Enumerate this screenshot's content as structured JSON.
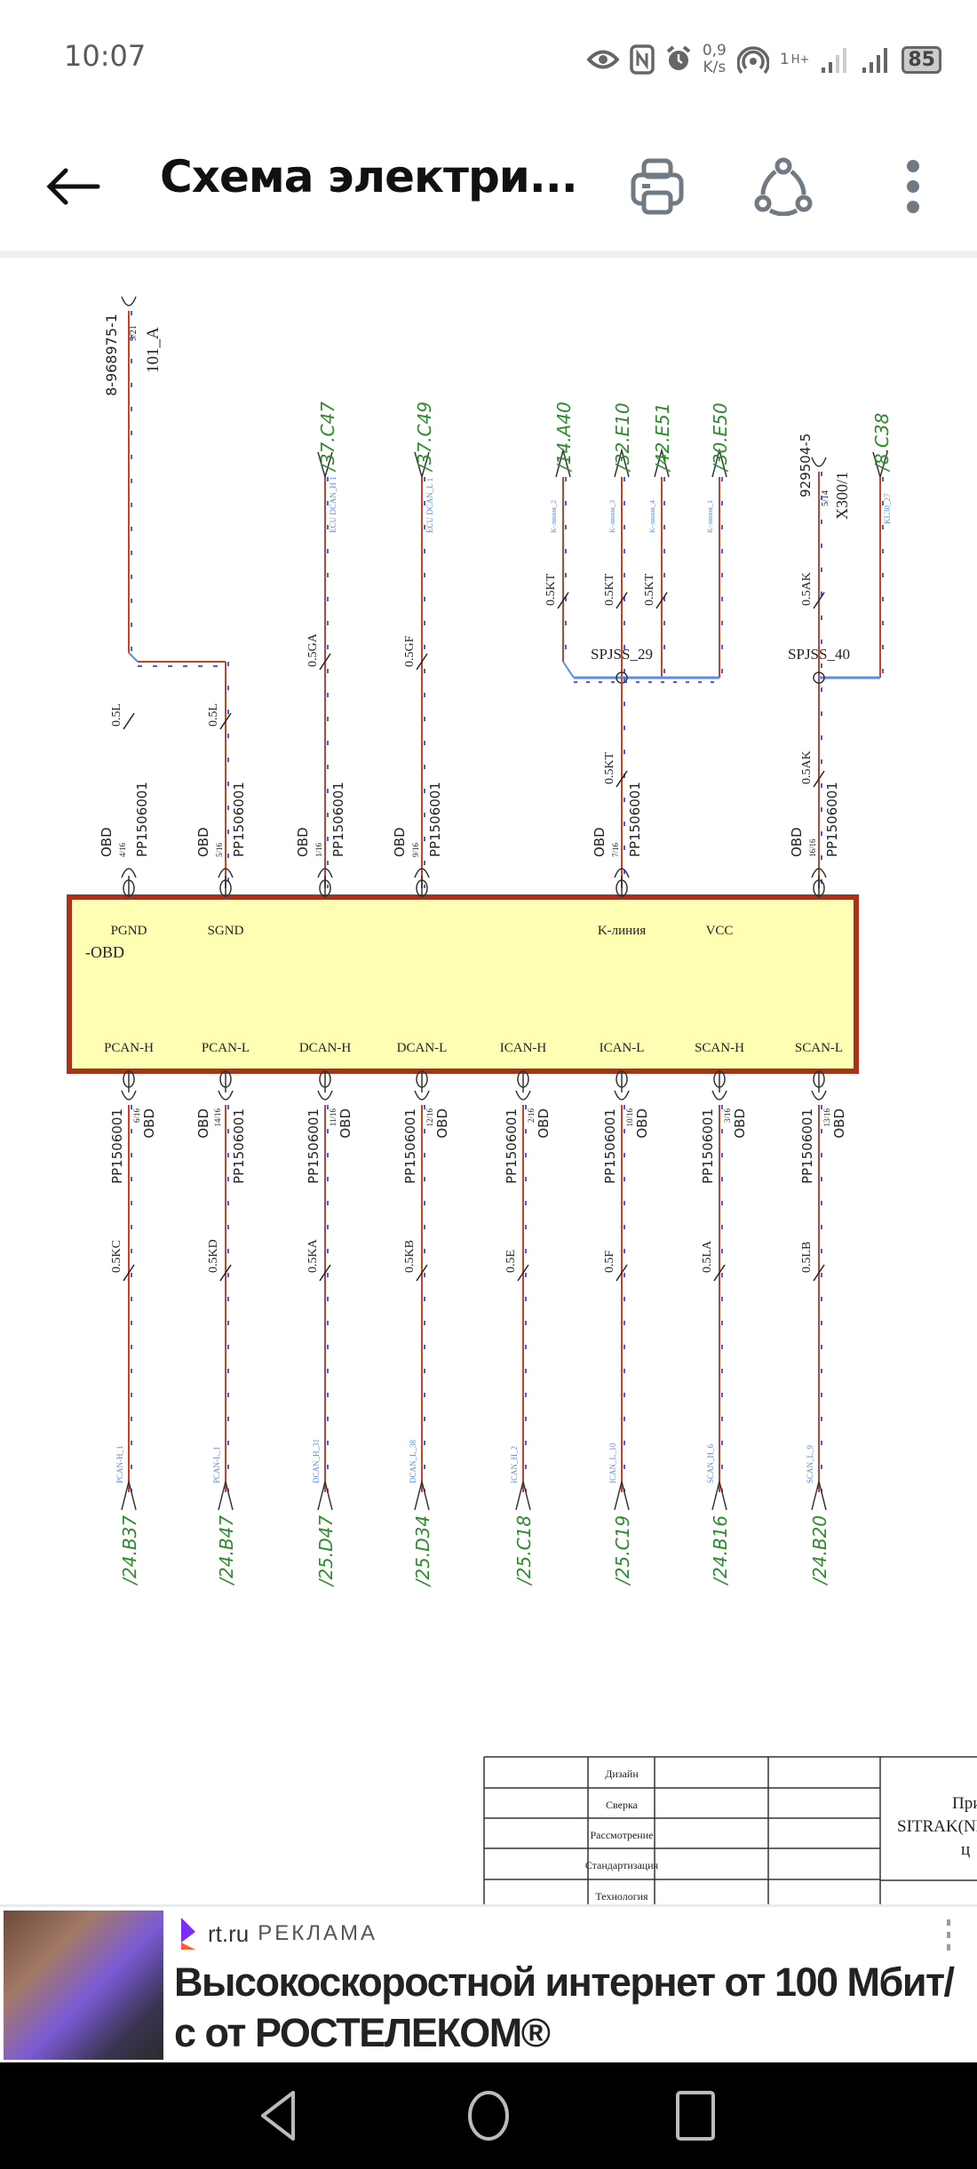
{
  "status_bar": {
    "time": "10:07",
    "net_speed_value": "0,9",
    "net_speed_unit": "K/s",
    "sim1": "1",
    "network_type": "H+",
    "battery": "85"
  },
  "header": {
    "title": "Схема электри..."
  },
  "diagram": {
    "top_left": {
      "connector_part": "8-968975-1",
      "connector_pin": "9/21",
      "connector_name": "101_A"
    },
    "top_vcc": {
      "connector_part": "929504-5",
      "connector_pin": "5/14",
      "connector_name": "X300/1"
    },
    "top_wires": [
      {
        "gauge": "0.5L",
        "obd": "OBD",
        "obd_pin": "4/16",
        "part": "PP1506001"
      },
      {
        "gauge": "0.5L",
        "obd": "OBD",
        "obd_pin": "5/16",
        "part": "PP1506001"
      },
      {
        "gauge": "0.5GA",
        "obd": "OBD",
        "obd_pin": "1/16",
        "part": "PP1506001",
        "dest": "/37.C47",
        "signal": "ECU DCAN_H 1"
      },
      {
        "gauge": "0.5GF",
        "obd": "OBD",
        "obd_pin": "9/16",
        "part": "PP1506001",
        "dest": "/37.C49",
        "signal": "ECU DCAN_L 1"
      },
      {
        "gauge": "0.5KT",
        "obd": "OBD",
        "obd_pin": "7/16",
        "part": "PP1506001",
        "splice": "SPJSS_29"
      },
      {
        "gauge": "0.5AK",
        "obd": "OBD",
        "obd_pin": "16/16",
        "part": "PP1506001",
        "splice": "SPJSS_40"
      }
    ],
    "k_branches": [
      {
        "dest": "/14.A40",
        "signal": "K-линия_2",
        "gauge": "0.5KT"
      },
      {
        "dest": "/32.E10",
        "signal": "K-линия_3",
        "gauge": "0.5KT"
      },
      {
        "dest": "/42.E51",
        "signal": "K-линия_4",
        "gauge": "0.5KT"
      },
      {
        "dest": "/30.E50",
        "signal": "K-линия_1"
      }
    ],
    "vcc_branches": [
      {
        "gauge": "0.5AK"
      },
      {
        "dest": "/8.C38",
        "signal": "KL30_27"
      }
    ],
    "component": {
      "name": "-OBD",
      "top_pins": [
        "PGND",
        "SGND",
        "K-линия",
        "VCC"
      ],
      "bottom_pins": [
        "PCAN-H",
        "PCAN-L",
        "DCAN-H",
        "DCAN-L",
        "ICAN-H",
        "ICAN-L",
        "SCAN-H",
        "SCAN-L"
      ]
    },
    "bottom_wires": [
      {
        "part": "PP1506001",
        "obd_pin": "6/16",
        "obd": "OBD",
        "gauge": "0.5KC",
        "signal": "PCAN-H_1",
        "dest": "/24.B37"
      },
      {
        "part": "PP1506001",
        "obd_pin": "14/16",
        "obd": "OBD",
        "gauge": "0.5KD",
        "signal": "PCAN-L_1",
        "dest": "/24.B47"
      },
      {
        "part": "PP1506001",
        "obd_pin": "11/16",
        "obd": "OBD",
        "gauge": "0.5KA",
        "signal": "DCAN_H_31",
        "dest": "/25.D47"
      },
      {
        "part": "PP1506001",
        "obd_pin": "12/16",
        "obd": "OBD",
        "gauge": "0.5KB",
        "signal": "DCAN_L_38",
        "dest": "/25.D34"
      },
      {
        "part": "PP1506001",
        "obd_pin": "2/16",
        "obd": "OBD",
        "gauge": "0.5E",
        "signal": "ICAN_H_2",
        "dest": "/25.C18"
      },
      {
        "part": "PP1506001",
        "obd_pin": "10/16",
        "obd": "OBD",
        "gauge": "0.5F",
        "signal": "ICAN_L_10",
        "dest": "/25.C19"
      },
      {
        "part": "PP1506001",
        "obd_pin": "3/16",
        "obd": "OBD",
        "gauge": "0.5LA",
        "signal": "SCAN_H_6",
        "dest": "/24.B16"
      },
      {
        "part": "PP1506001",
        "obd_pin": "13/16",
        "obd": "OBD",
        "gauge": "0.5LB",
        "signal": "SCAN_L_9",
        "dest": "/24.B20"
      }
    ],
    "title_block": {
      "rows": [
        "Дизайн",
        "Сверка",
        "Рассмотрение",
        "Стандартизация",
        "Технология"
      ],
      "title_lines": [
        "При",
        "SITRAK(NI",
        "ц"
      ]
    }
  },
  "ad": {
    "domain": "rt.ru",
    "label": "РЕКЛАМА",
    "headline": "Высокоскоростной интернет от 100 Мбит/с от РОСТЕЛЕКОМ®"
  },
  "colors": {
    "wire": "#c8412a",
    "trace": "#4a5ee0",
    "dest_green": "#2e8b2e",
    "signal_blue": "#5b8de0",
    "component_fill": "#ffffb4",
    "component_border": "#a8321a"
  }
}
